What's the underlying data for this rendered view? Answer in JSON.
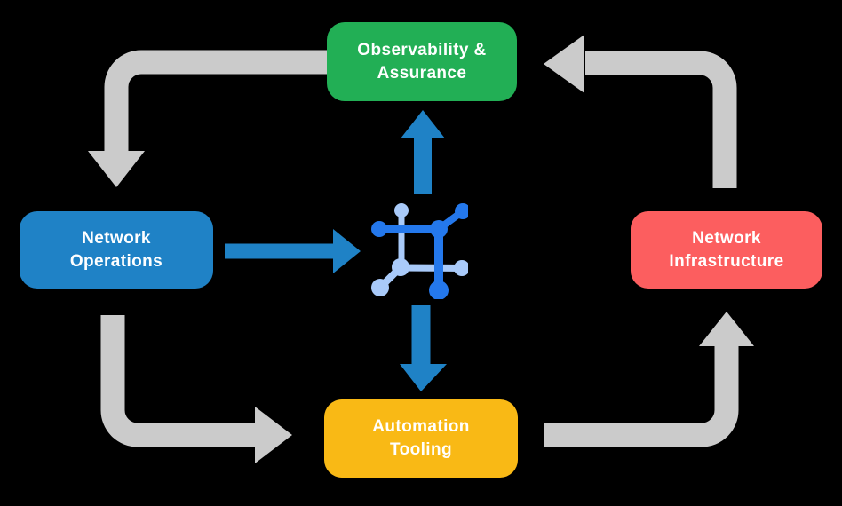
{
  "title": "Network lifecycle diagram",
  "colors": {
    "background": "#000000",
    "label_text": "#ffffff",
    "node_green": "#22af55",
    "node_blue": "#1f82c6",
    "node_red": "#fc5e5f",
    "node_yellow": "#f9b915",
    "flow_gray": "#cbcbcb",
    "flow_blue": "#1f82c6",
    "icon_dark_blue": "#2478ec",
    "icon_light_blue": "#a9caf9"
  },
  "nodes": {
    "observability": {
      "line1": "Observability &",
      "line2": "Assurance",
      "color": "#22af55"
    },
    "operations": {
      "line1": "Network",
      "line2": "Operations",
      "color": "#1f82c6"
    },
    "infrastructure": {
      "line1": "Network",
      "line2": "Infrastructure",
      "color": "#fc5e5f"
    },
    "automation": {
      "line1": "Automation",
      "line2": "Tooling",
      "color": "#f9b915"
    }
  },
  "center_icon": "network-automation-icon",
  "flows": [
    {
      "from": "Observability & Assurance",
      "to": "Network Operations",
      "style": "gray"
    },
    {
      "from": "Network Operations",
      "to": "Automation Tooling",
      "style": "gray"
    },
    {
      "from": "Automation Tooling",
      "to": "Network Infrastructure",
      "style": "gray"
    },
    {
      "from": "Network Infrastructure",
      "to": "Observability & Assurance",
      "style": "gray"
    },
    {
      "from": "Network Operations",
      "to": "center-icon",
      "style": "blue"
    },
    {
      "from": "center-icon",
      "to": "Observability & Assurance",
      "style": "blue"
    },
    {
      "from": "center-icon",
      "to": "Automation Tooling",
      "style": "blue"
    }
  ]
}
